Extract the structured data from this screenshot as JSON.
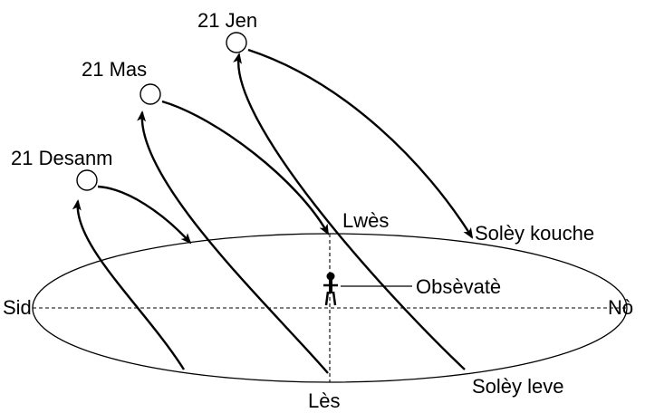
{
  "dates": {
    "december": "21 Desanm",
    "march": "21 Mas",
    "june": "21 Jen"
  },
  "directions": {
    "west": "Lwès",
    "east": "Lès",
    "south": "Sid",
    "north": "Nò"
  },
  "labels": {
    "sunset": "Solèy kouche",
    "sunrise": "Solèy leve",
    "observer": "Obsèvatè"
  }
}
